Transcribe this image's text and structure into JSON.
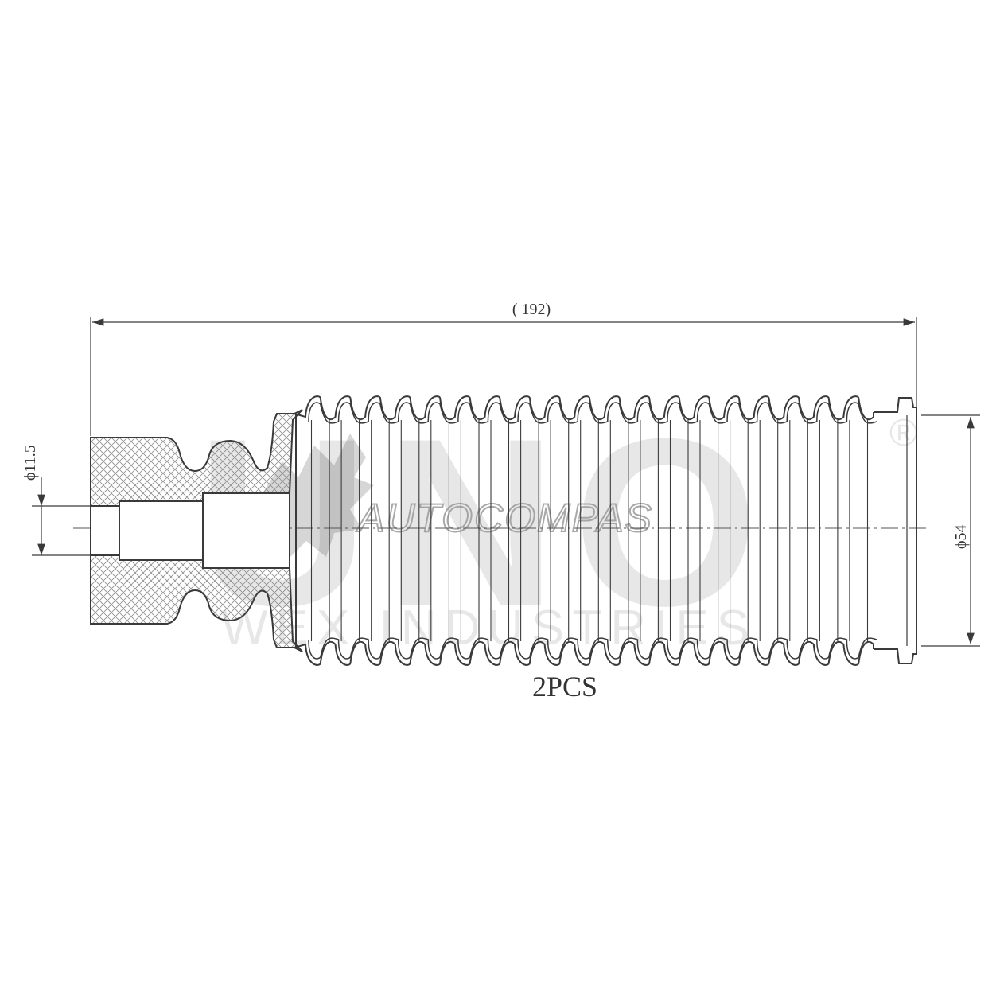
{
  "diagram": {
    "overall_length_label": "( 192)",
    "inner_diameter_label": "ϕ11.5",
    "outer_diameter_label": "ϕ54",
    "quantity_label": "2PCS",
    "fold_count": 19
  },
  "watermark": {
    "brand_letters": "UNO",
    "registered_mark": "®",
    "company_name": "AUTOCOMPAS",
    "tagline": "WEX INDUSTRIES"
  },
  "colors": {
    "line": "#3a3a3a",
    "hatch": "#9a9a9a",
    "watermark": "#000000"
  }
}
